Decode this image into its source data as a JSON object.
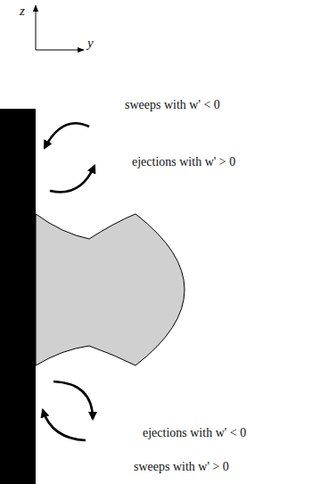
{
  "diagram": {
    "labels": [
      "z",
      "y",
      "sweeps with w' < 0",
      "ejections with w' > 0",
      "ejections with w' < 0",
      "sweeps with w' > 0"
    ]
  }
}
